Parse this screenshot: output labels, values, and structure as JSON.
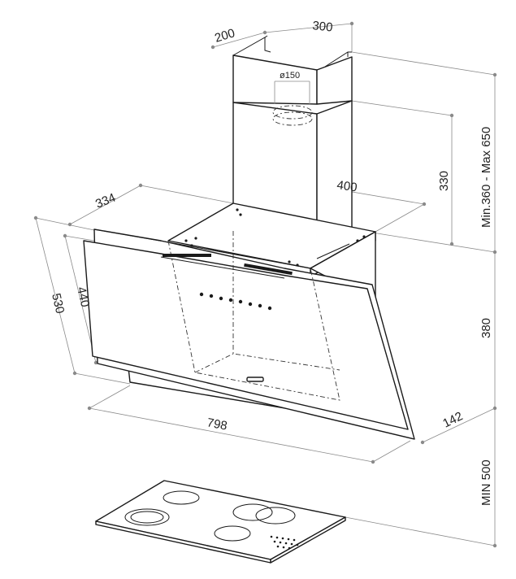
{
  "dimensions": {
    "chimney_depth": "200",
    "chimney_width": "300",
    "duct_diameter": "ø150",
    "chimney_height": "330",
    "canopy_depth_top": "400",
    "canopy_side": "334",
    "panel_height_outer": "530",
    "panel_height_inner": "440",
    "hood_height": "380",
    "total_range": "Min.360 - Max 650",
    "hood_width": "798",
    "hood_depth": "142",
    "min_clearance": "MIN 500"
  },
  "parts": {
    "chimney_icon": "chimney-cover",
    "hood_icon": "angled-glass-hood",
    "hob_icon": "ceramic-cooktop"
  },
  "colors": {
    "line": "#1a1a1a",
    "dimension": "#8a8a8a"
  }
}
